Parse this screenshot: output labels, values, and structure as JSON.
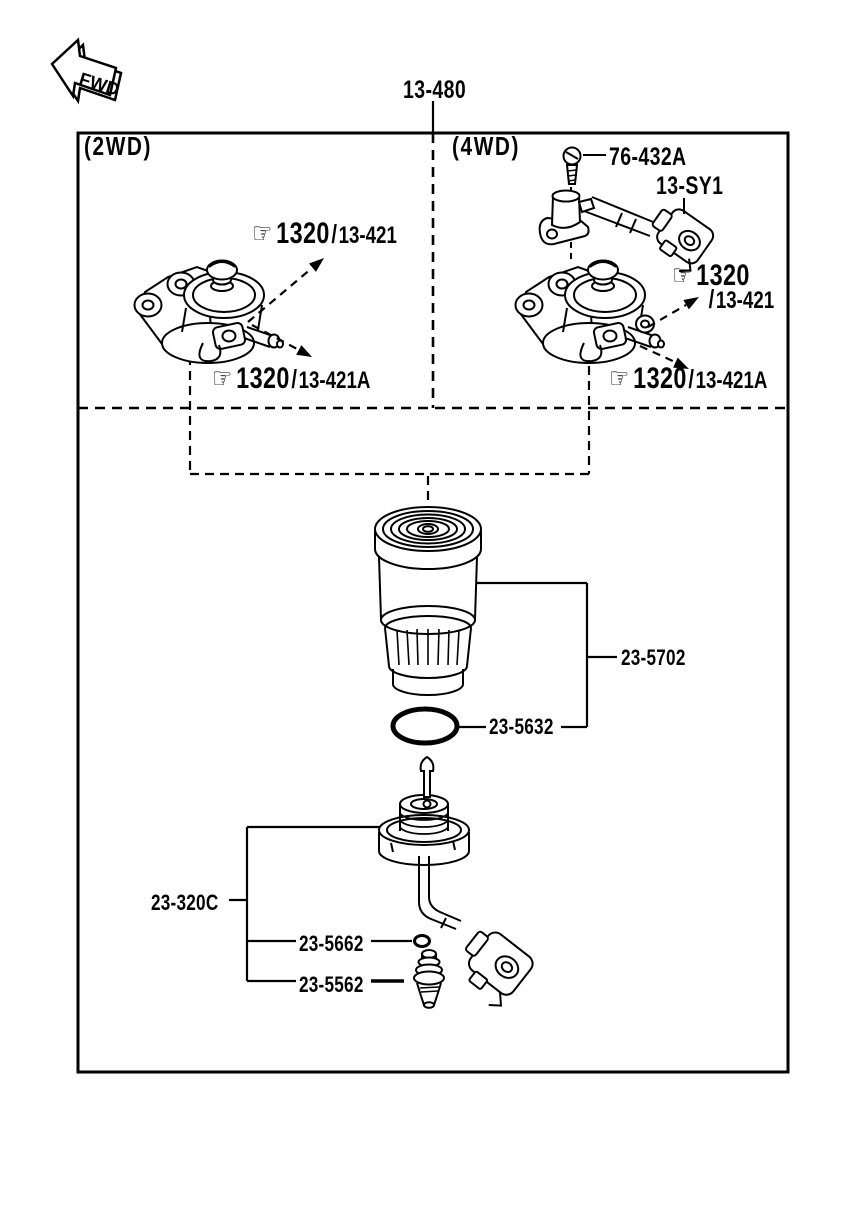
{
  "colors": {
    "line": "#000000",
    "background": "#ffffff"
  },
  "icons": {
    "pointing_hand": "☞"
  },
  "header": {
    "fwd_label": "FWD",
    "assembly_part_no": "13-480"
  },
  "sections": {
    "twoWD": {
      "title": "(2WD)"
    },
    "fourWD": {
      "title": "(4WD)",
      "screw_part_no": "76-432A",
      "sensor_part_no": "13-SY1"
    }
  },
  "ref_labels": {
    "twoWD_top": {
      "code": "1320",
      "sep": "/",
      "ref": "13-421"
    },
    "twoWD_bottom": {
      "code": "1320",
      "sep": "/",
      "ref": "13-421A"
    },
    "fourWD_top": {
      "code": "1320",
      "sep": "/",
      "ref": "13-421"
    },
    "fourWD_bottom": {
      "code": "1320",
      "sep": "/",
      "ref": "13-421A"
    }
  },
  "parts": {
    "fuel_filter_cartridge": "23-5702",
    "filter_oring": "23-5632",
    "fuel_sensor_assembly": "23-320C",
    "sensor_oring": "23-5662",
    "warning_switch": "23-5562"
  }
}
